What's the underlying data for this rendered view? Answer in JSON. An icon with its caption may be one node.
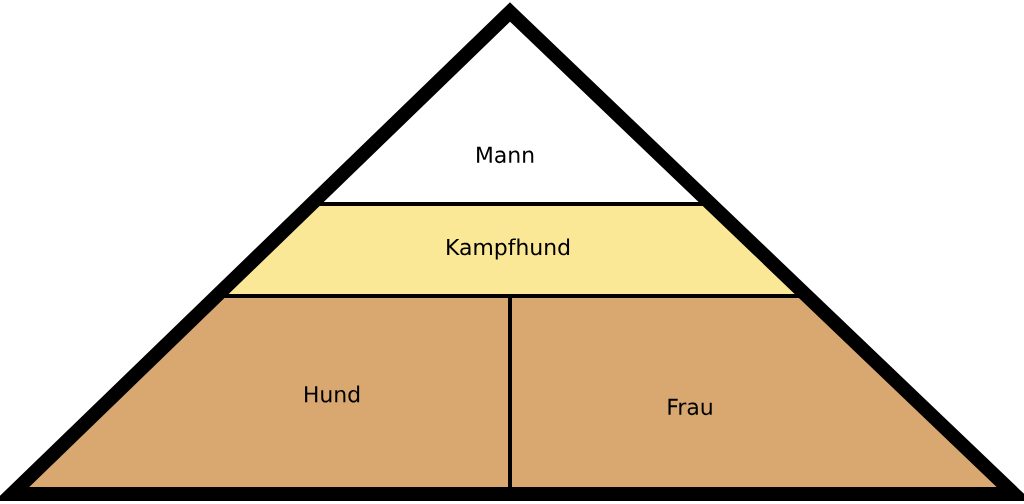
{
  "diagram": {
    "nodes": [
      {
        "text": [
          "Mann"
        ]
      },
      {
        "text": [
          "Kampfhund"
        ]
      },
      {
        "text": [
          "Hund"
        ]
      },
      {
        "text": [
          "Frau"
        ]
      }
    ]
  }
}
